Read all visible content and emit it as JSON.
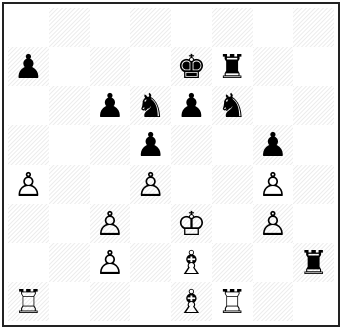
{
  "board": {
    "ranks": [
      [
        "",
        "",
        "",
        "",
        "",
        "",
        "",
        ""
      ],
      [
        "♟",
        "",
        "",
        "",
        "♚",
        "♜",
        "",
        ""
      ],
      [
        "",
        "",
        "♟",
        "♞",
        "♟",
        "♞",
        "",
        ""
      ],
      [
        "",
        "",
        "",
        "♟",
        "",
        "",
        "♟",
        ""
      ],
      [
        "♙",
        "",
        "",
        "♙",
        "",
        "",
        "♙",
        ""
      ],
      [
        "",
        "",
        "♙",
        "",
        "♔",
        "",
        "♙",
        ""
      ],
      [
        "",
        "",
        "♙",
        "",
        "♗",
        "",
        "",
        "♜"
      ],
      [
        "♖",
        "",
        "",
        "",
        "♗",
        "♖",
        "",
        ""
      ]
    ],
    "piece_names": [
      [
        "",
        "",
        "",
        "",
        "",
        "",
        "",
        ""
      ],
      [
        "black-pawn",
        "",
        "",
        "",
        "black-king",
        "black-rook",
        "",
        ""
      ],
      [
        "",
        "",
        "black-pawn",
        "black-knight",
        "black-pawn",
        "black-knight",
        "",
        ""
      ],
      [
        "",
        "",
        "",
        "black-pawn",
        "",
        "",
        "black-pawn",
        ""
      ],
      [
        "white-pawn",
        "",
        "",
        "white-pawn",
        "",
        "",
        "white-pawn",
        ""
      ],
      [
        "",
        "",
        "white-pawn",
        "",
        "white-king",
        "",
        "white-pawn",
        ""
      ],
      [
        "",
        "",
        "white-pawn",
        "",
        "white-bishop",
        "",
        "",
        "black-rook"
      ],
      [
        "white-rook",
        "",
        "",
        "",
        "white-bishop",
        "white-rook",
        "",
        ""
      ]
    ]
  }
}
